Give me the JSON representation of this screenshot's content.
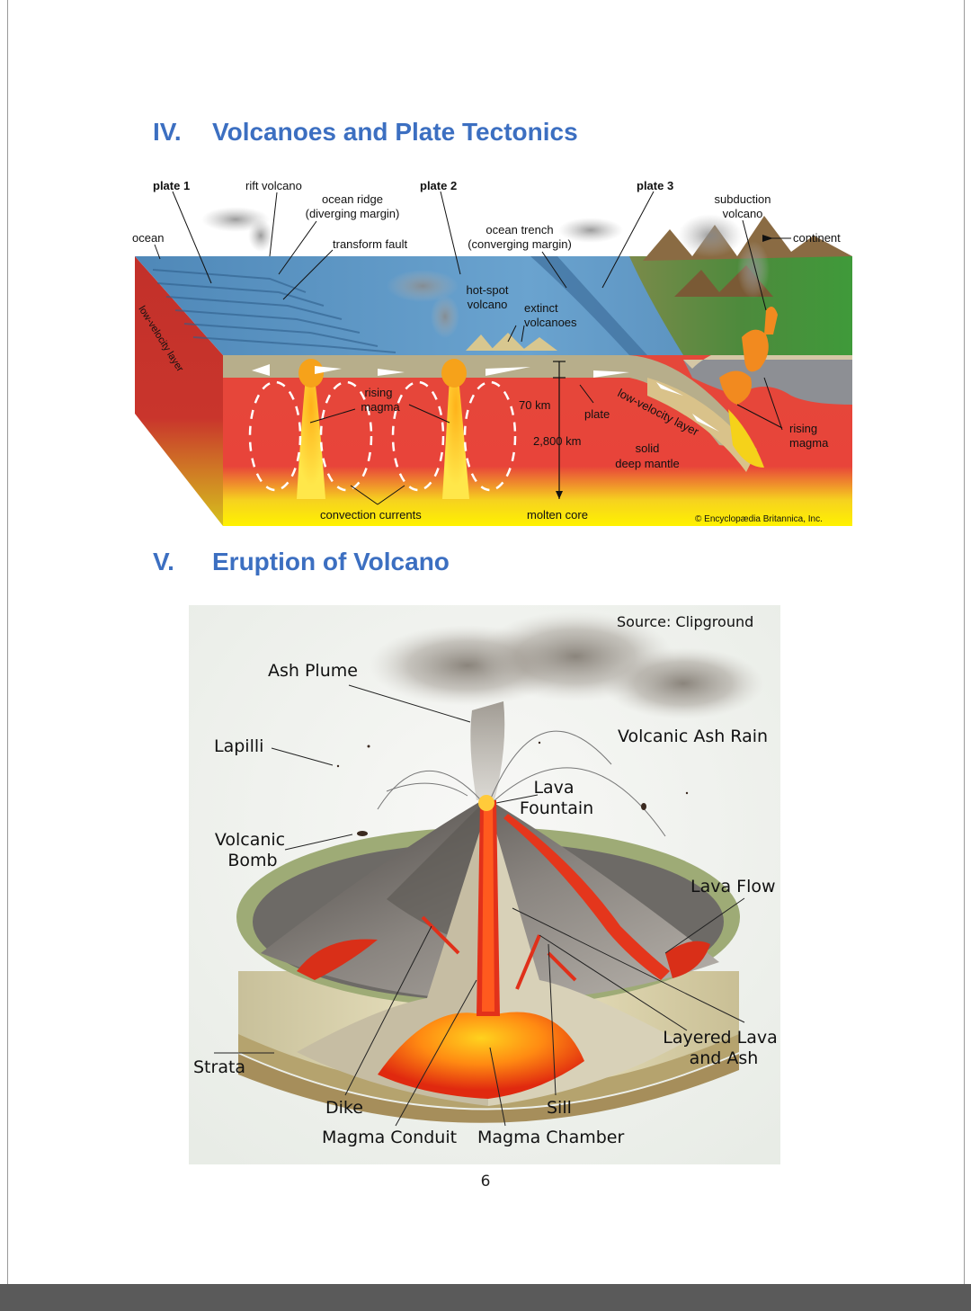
{
  "section4": {
    "number": "IV.",
    "title": "Volcanoes and Plate Tectonics"
  },
  "section5": {
    "number": "V.",
    "title": "Eruption of Volcano"
  },
  "tectonics": {
    "labels": {
      "plate1": "plate 1",
      "rift_volcano": "rift volcano",
      "ocean_ridge": "ocean ridge",
      "diverging_margin": "(diverging margin)",
      "plate2": "plate 2",
      "ocean": "ocean",
      "transform_fault": "transform fault",
      "ocean_trench": "ocean trench",
      "converging_margin": "(converging margin)",
      "plate3": "plate 3",
      "subduction": "subduction",
      "volcano": "volcano",
      "continent": "continent",
      "low_velocity_side": "low-velocity layer",
      "hot_spot": "hot-spot",
      "hot_spot_volcano": "volcano",
      "extinct": "extinct",
      "volcanoes": "volcanoes",
      "rising1": "rising",
      "magma1": "magma",
      "km70": "70 km",
      "plate": "plate",
      "low_velocity_slab": "low-velocity layer",
      "km2800": "2,800 km",
      "solid": "solid",
      "deep_mantle": "deep mantle",
      "rising2": "rising",
      "magma2": "magma",
      "convection": "convection currents",
      "molten_core": "molten core",
      "copyright": "© Encyclopædia Britannica, Inc."
    }
  },
  "eruption": {
    "source": "Source: Clipground",
    "labels": {
      "ash_plume": "Ash Plume",
      "ash_rain": "Volcanic Ash Rain",
      "lapilli": "Lapilli",
      "lava": "Lava",
      "fountain": "Fountain",
      "volcanic": "Volcanic",
      "bomb": "Bomb",
      "lava_flow": "Lava Flow",
      "layered_lava": "Layered Lava",
      "and_ash": "and Ash",
      "strata": "Strata",
      "dike": "Dike",
      "sill": "Sill",
      "magma_conduit": "Magma Conduit",
      "magma_chamber": "Magma Chamber"
    }
  },
  "page_number": "6"
}
